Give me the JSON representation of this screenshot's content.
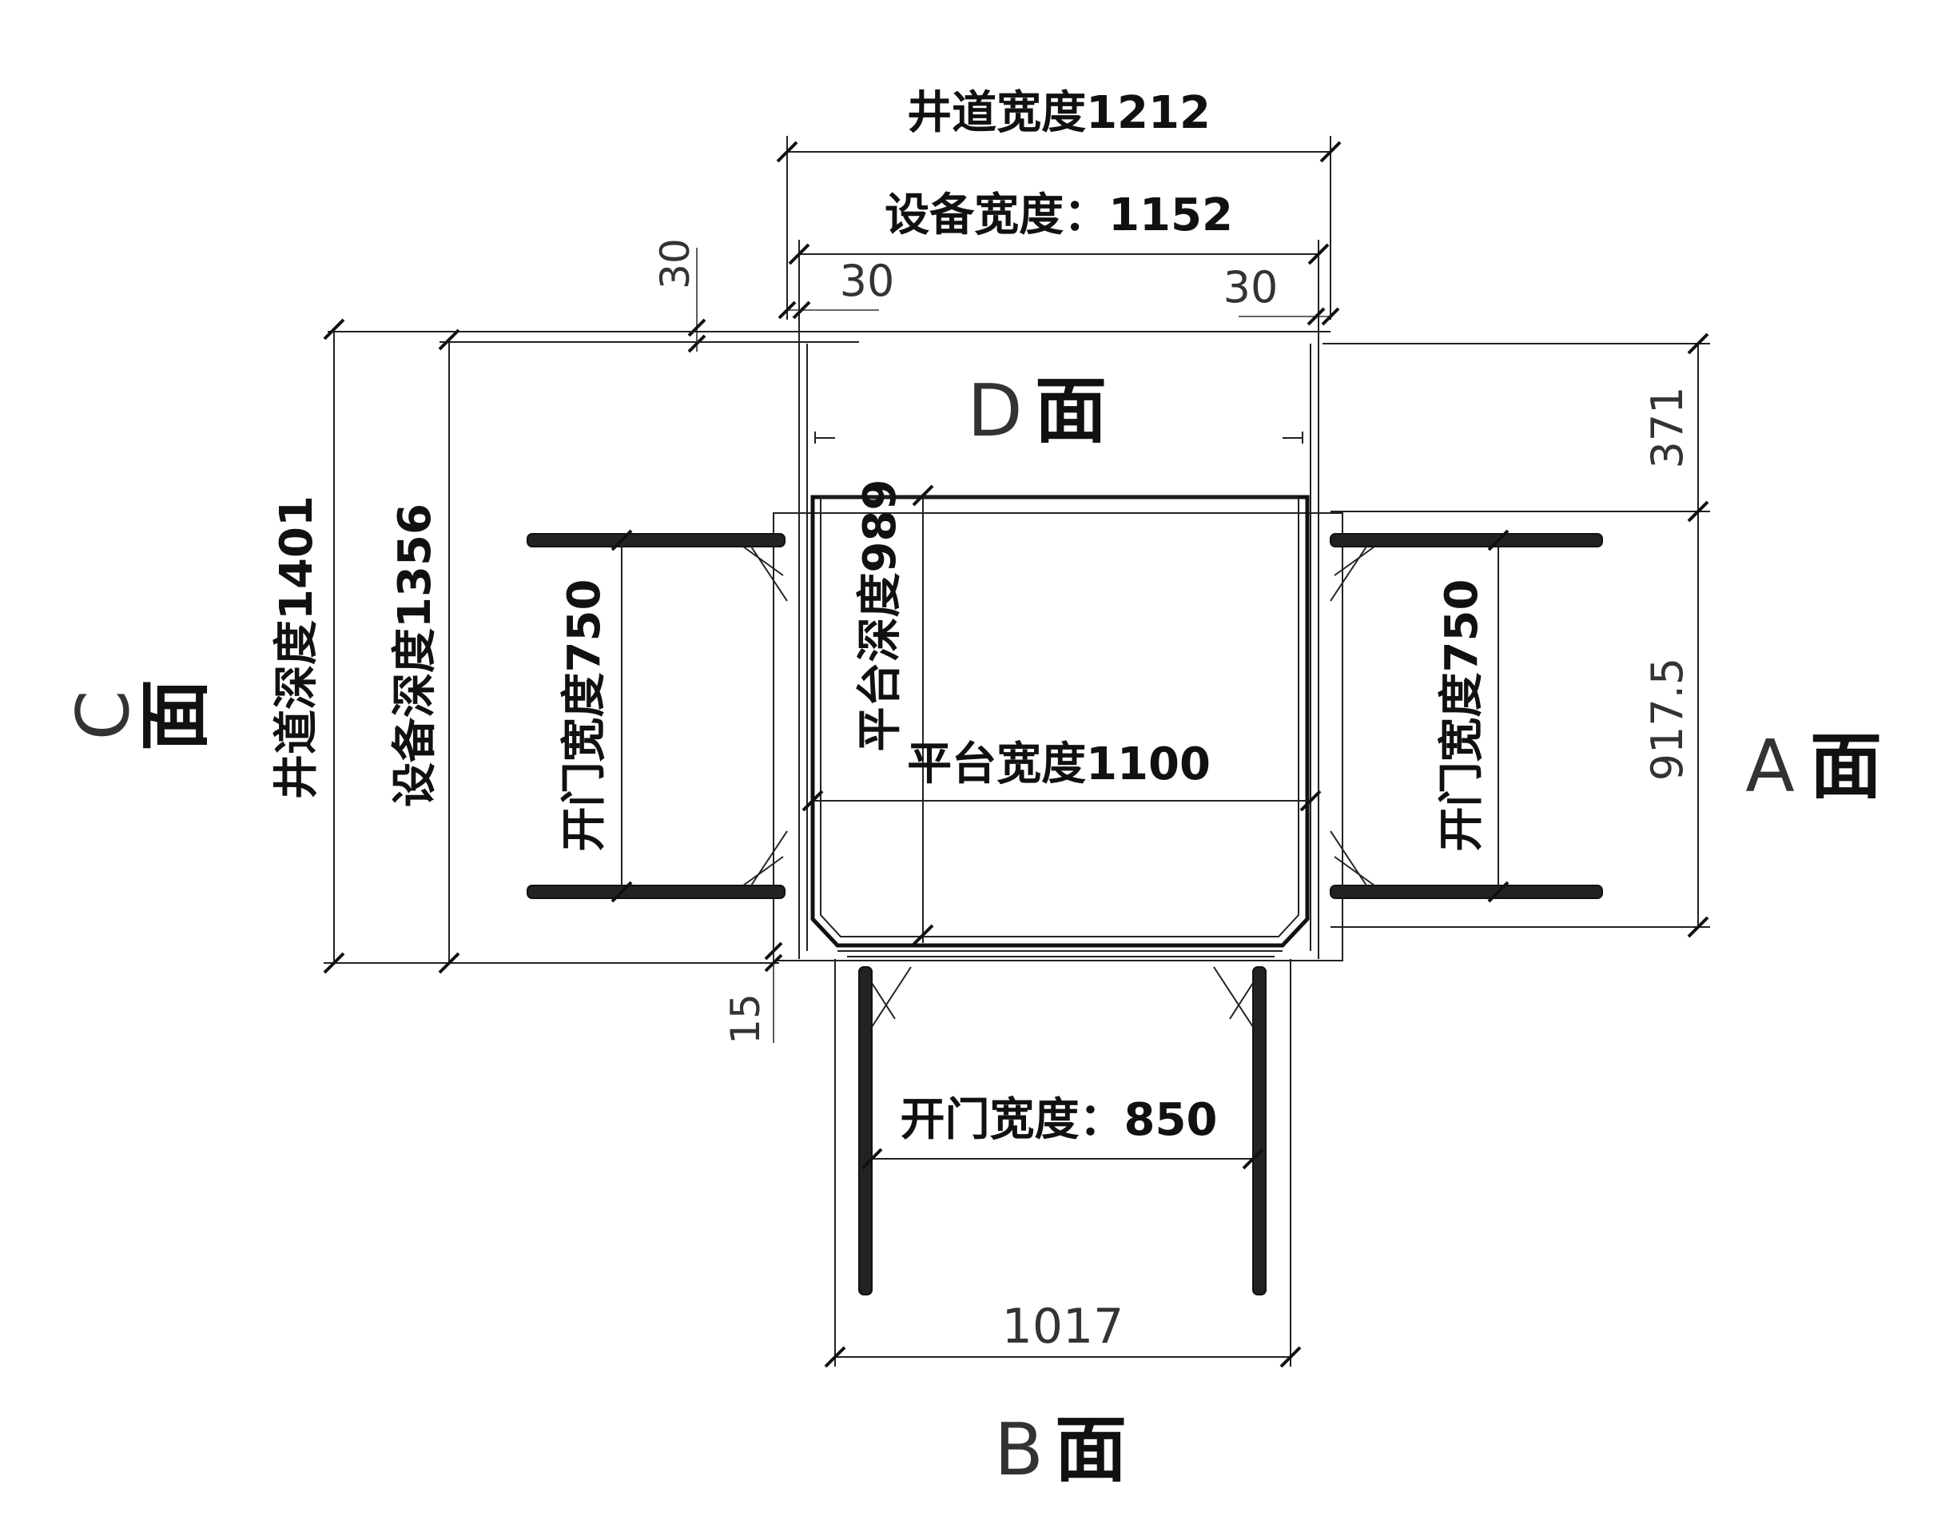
{
  "dimensions": {
    "shaft_width": "井道宽度1212",
    "equipment_width": "设备宽度：1152",
    "offset_top_left": "30",
    "offset_top_mid_left": "30",
    "offset_top_mid_right": "30",
    "shaft_depth": "井道深度1401",
    "equipment_depth": "设备深度1356",
    "door_width_left": "开门宽度750",
    "door_width_right": "开门宽度750",
    "platform_depth": "平台深度989",
    "platform_width": "平台宽度1100",
    "right_top": "371",
    "right_bottom": "917.5",
    "offset_bottom_left": "15",
    "door_width_bottom": "开门宽度：850",
    "bottom_width": "1017"
  },
  "faces": {
    "a_letter": "A",
    "b_letter": "B",
    "c_letter": "C",
    "d_letter": "D",
    "face_char": "面"
  }
}
